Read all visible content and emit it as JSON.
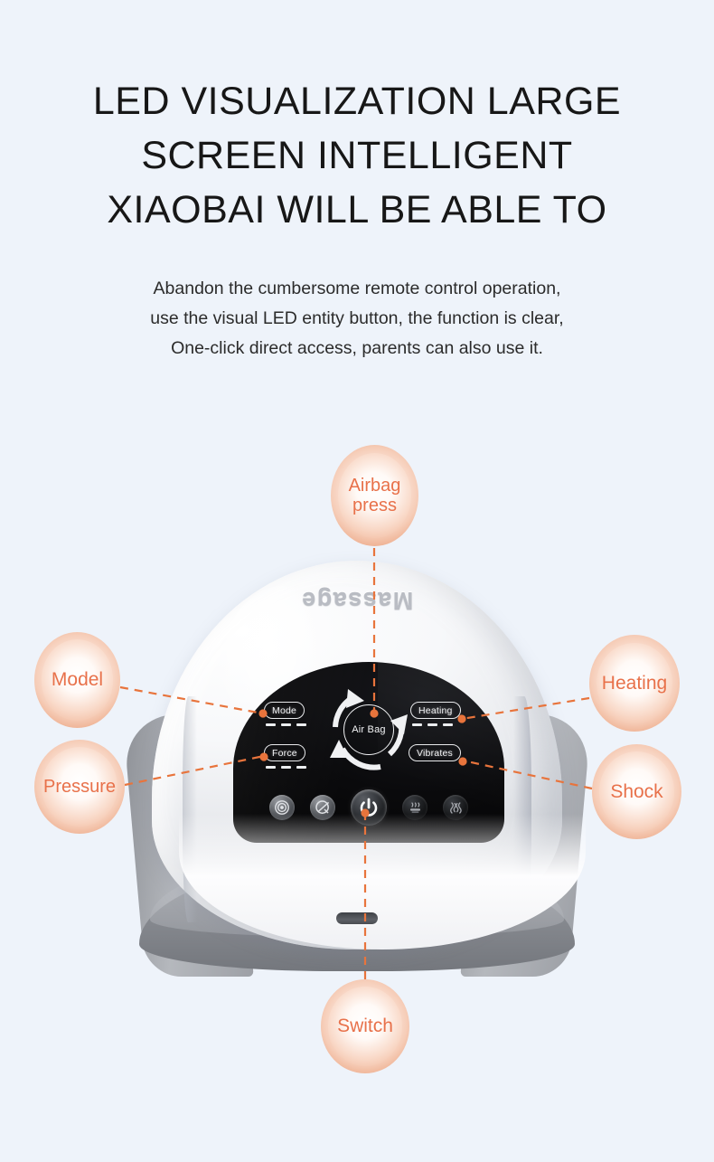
{
  "background_color": "#eef3fa",
  "accent_color": "#e8743c",
  "badge_text_color": "#e8714a",
  "header": {
    "headline": "LED VISUALIZATION LARGE\nSCREEN  INTELLIGENT\nXIAOBAI WILL BE ABLE TO",
    "subhead_lines": [
      "Abandon the cumbersome remote control operation,",
      "use the visual LED entity button, the function is clear,",
      "One-click direct access, parents can also use it."
    ]
  },
  "callouts": [
    {
      "id": "airbag",
      "label_line1": "Airbag",
      "label_line2": "press"
    },
    {
      "id": "model",
      "label_line1": "Model",
      "label_line2": ""
    },
    {
      "id": "pressure",
      "label_line1": "Pressure",
      "label_line2": ""
    },
    {
      "id": "heating",
      "label_line1": "Heating",
      "label_line2": ""
    },
    {
      "id": "shock",
      "label_line1": "Shock",
      "label_line2": ""
    },
    {
      "id": "switch",
      "label_line1": "Switch",
      "label_line2": ""
    }
  ],
  "device": {
    "brand": "Massage",
    "panel": {
      "mode_label": "Mode",
      "force_label": "Force",
      "heating_label": "Heating",
      "vibrates_label": "Vibrates",
      "airbag_label": "Air Bag",
      "mode_level_segments": 3,
      "force_level_segments": 3,
      "heating_level_segments": 3,
      "buttons": [
        {
          "name": "knead-icon",
          "glyph": "◎"
        },
        {
          "name": "mute-icon",
          "glyph": "⊘"
        },
        {
          "name": "power-icon",
          "glyph": "⏻"
        },
        {
          "name": "heat-icon",
          "glyph": "♨"
        },
        {
          "name": "vibration-icon",
          "glyph": "≋"
        }
      ]
    }
  }
}
